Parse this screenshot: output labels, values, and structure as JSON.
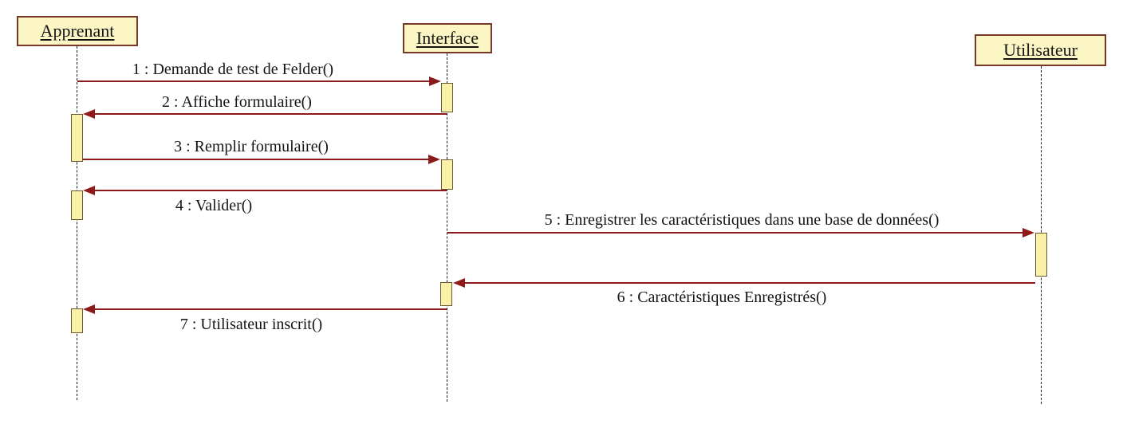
{
  "diagram": {
    "kind": "uml-sequence-diagram",
    "actors": [
      {
        "name": "Apprenant"
      },
      {
        "name": "Interface"
      },
      {
        "name": "Utilisateur"
      }
    ],
    "messages": [
      {
        "label": "1 : Demande de test de Felder()",
        "from": "Apprenant",
        "to": "Interface",
        "direction": "right",
        "label_position": "above"
      },
      {
        "label": "2 : Affiche formulaire()",
        "from": "Interface",
        "to": "Apprenant",
        "direction": "left",
        "label_position": "above"
      },
      {
        "label": "3 : Remplir formulaire()",
        "from": "Apprenant",
        "to": "Interface",
        "direction": "right",
        "label_position": "above"
      },
      {
        "label": "4 : Valider()",
        "from": "Interface",
        "to": "Apprenant",
        "direction": "left",
        "label_position": "below"
      },
      {
        "label": "5 : Enregistrer les caractéristiques dans une base de données()",
        "from": "Interface",
        "to": "Utilisateur",
        "direction": "right",
        "label_position": "above"
      },
      {
        "label": "6 : Caractéristiques Enregistrés()",
        "from": "Utilisateur",
        "to": "Interface",
        "direction": "left",
        "label_position": "below"
      },
      {
        "label": "7 : Utilisateur inscrit()",
        "from": "Interface",
        "to": "Apprenant",
        "direction": "left",
        "label_position": "below"
      }
    ],
    "colors": {
      "actor_fill": "#fcf6c5",
      "actor_border": "#77382a",
      "activation_fill": "#faf1a8",
      "activation_border": "#6e5533",
      "message_line": "#8c1a1a",
      "lifeline": "#1b1b1b",
      "text": "#141414",
      "background": "#ffffff"
    }
  }
}
